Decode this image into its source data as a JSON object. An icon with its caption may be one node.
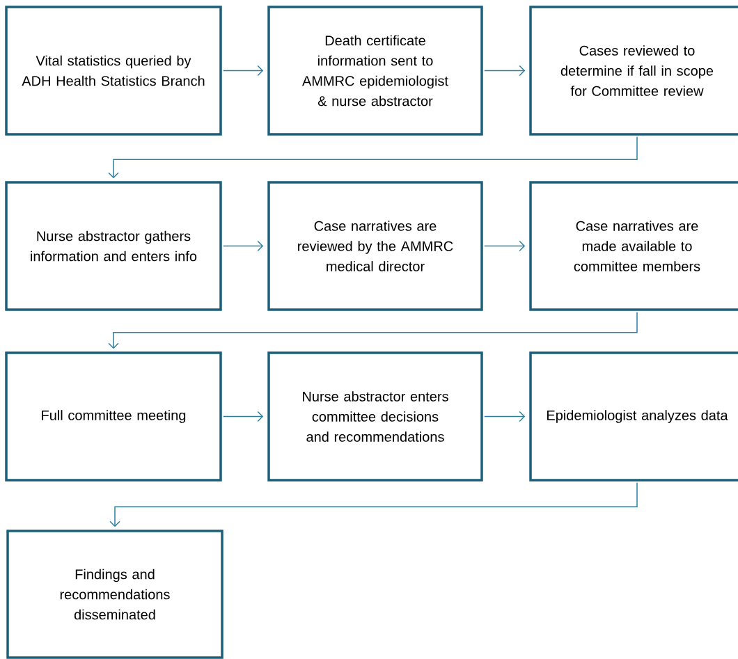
{
  "diagram": {
    "nodes": [
      {
        "text": [
          "Vital statistics queried by ADH Health Statistics Branch"
        ]
      },
      {
        "text": [
          "Death certificate information sent to AMMRC epidemiologist & nurse abstractor"
        ]
      },
      {
        "text": [
          "Cases reviewed to determine if fall in scope for Committee review"
        ]
      },
      {
        "text": [
          "Nurse abstractor gathers information and enters info"
        ]
      },
      {
        "text": [
          "Case narratives are reviewed by the AMMRC medical director"
        ]
      },
      {
        "text": [
          "Case narratives are made available to committee members"
        ]
      },
      {
        "text": [
          "Full committee meeting"
        ]
      },
      {
        "text": [
          "Nurse abstractor enters committee decisions and recommendations"
        ]
      },
      {
        "text": [
          "Epidemiologist analyzes data"
        ]
      },
      {
        "text": [
          "Findings and recommendations disseminated"
        ]
      }
    ],
    "edges": [
      {
        "from": 0,
        "to": 1,
        "arrow": "to"
      },
      {
        "from": 1,
        "to": 2,
        "arrow": "to"
      },
      {
        "from": 2,
        "to": 3,
        "arrow": "to"
      },
      {
        "from": 3,
        "to": 4,
        "arrow": "to"
      },
      {
        "from": 4,
        "to": 5,
        "arrow": "to"
      },
      {
        "from": 5,
        "to": 6,
        "arrow": "to"
      },
      {
        "from": 6,
        "to": 7,
        "arrow": "to"
      },
      {
        "from": 7,
        "to": 8,
        "arrow": "to"
      },
      {
        "from": 8,
        "to": 9,
        "arrow": "to"
      }
    ]
  }
}
